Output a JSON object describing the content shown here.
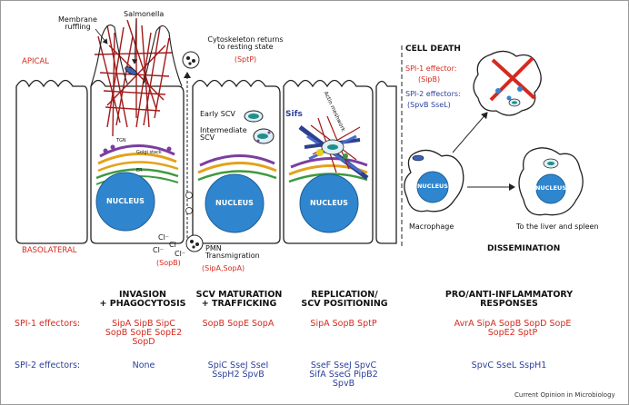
{
  "labels": {
    "membrane_ruffling": "Membrane\nruffling",
    "salmonella": "Salmonella",
    "apical": "APICAL",
    "basolateral": "BASOLATERAL",
    "cytoskeleton": "Cytoskeleton returns\nto resting state",
    "sptp": "(SptP)",
    "early_scv": "Early SCV",
    "intermediate_scv": "Intermediate\nSCV",
    "sifs": "Sifs",
    "actin": "Actin meshwork",
    "nucleus": "NUCLEUS",
    "tgn": "TGN",
    "golgi": "Golgi stack",
    "er": "ER",
    "cl1": "Cl⁻",
    "cl2": "Cl⁻",
    "cl3": "Cl⁻",
    "cl4": "Cl⁻",
    "sopb": "(SopB)",
    "pmn": "PMN\nTransmigration",
    "sipa_sopa": "(SipA,SopA)",
    "cell_death": "CELL DEATH",
    "spi1_effector": "SPI-1 effector:",
    "sipb": "(SipB)",
    "spi2_effectors_cd": "SPI-2 effectors:",
    "spvb_ssel": "(SpvB SseL)",
    "macrophage": "Macrophage",
    "liver_spleen": "To the liver and spleen",
    "dissemination": "DISSEMINATION",
    "credit": "Current Opinion in Microbiology"
  },
  "table": {
    "headers": [
      "INVASION\n+ PHAGOCYTOSIS",
      "SCV MATURATION\n+ TRAFFICKING",
      "REPLICATION/\nSCV POSITIONING",
      "PRO/ANTI-INFLAMMATORY\nRESPONSES"
    ],
    "row1_label": "SPI-1 effectors:",
    "row2_label": "SPI-2 effectors:",
    "spi1": [
      "SipA SipB SipC\nSopB SopE SopE2\nSopD",
      "SopB SopE SopA",
      "SipA SopB SptP",
      "AvrA SipA SopB SopD SopE\nSopE2 SptP"
    ],
    "spi2": [
      "None",
      "SpiC SseJ SseI\nSspH2 SpvB",
      "SseF SseJ SpvC\nSifA SseG PipB2\nSpvB",
      "SpvC SseL SspH1"
    ]
  },
  "colors": {
    "spi1": "#d42a1f",
    "spi2": "#2a3f9c",
    "nucleus": "#2f86cf"
  }
}
